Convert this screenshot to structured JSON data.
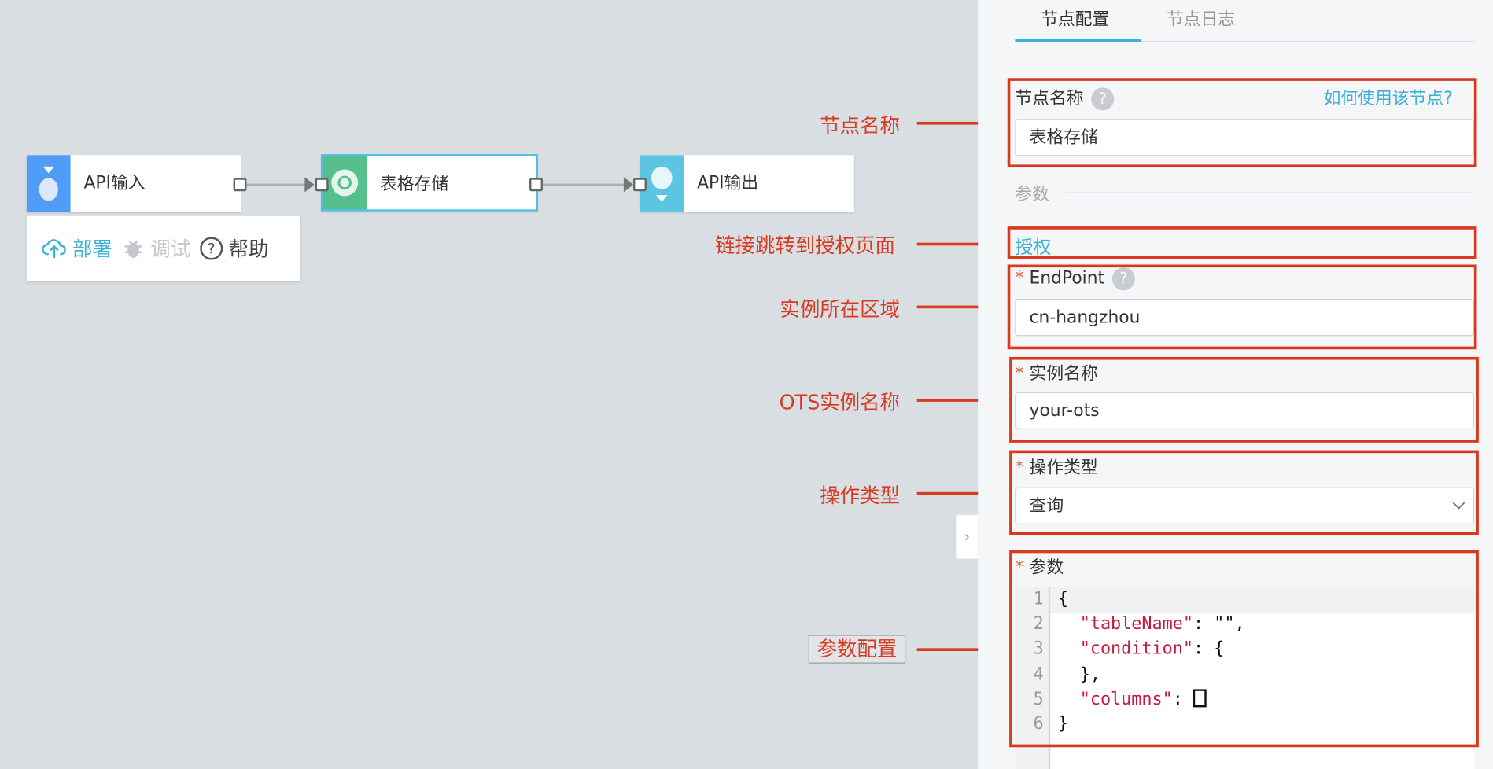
{
  "nodes": [
    {
      "label": "API输入",
      "color": "#4f9cf9"
    },
    {
      "label": "表格存储",
      "color": "#57bf8c"
    },
    {
      "label": "API输出",
      "color": "#5bc5e3"
    }
  ],
  "toolbar": {
    "deploy": "部署",
    "debug": "调试",
    "help": "帮助"
  },
  "annotations": {
    "node_name": "节点名称",
    "auth_link": "链接跳转到授权页面",
    "region": "实例所在区域",
    "ots_name": "OTS实例名称",
    "op_type": "操作类型",
    "param_config": "参数配置"
  },
  "panel": {
    "tabs": [
      {
        "label": "节点配置",
        "active": true
      },
      {
        "label": "节点日志",
        "active": false
      }
    ],
    "node_name_label": "节点名称",
    "help_link": "如何使用该节点?",
    "node_name_value": "表格存储",
    "params_divider": "参数",
    "auth": "授权",
    "endpoint_label": "EndPoint",
    "endpoint_value": "cn-hangzhou",
    "instance_label": "实例名称",
    "instance_value": "your-ots",
    "op_label": "操作类型",
    "op_value": "查询",
    "params_label": "参数",
    "code": {
      "line_numbers": [
        "1",
        "2",
        "3",
        "4",
        "5",
        "6"
      ],
      "l1": "{",
      "l2_key": "\"tableName\"",
      "l2_rest": ": \"\",",
      "l3_key": "\"condition\"",
      "l3_rest": ": {",
      "l4": "},",
      "l5_key": "\"columns\"",
      "l5_rest": ": ",
      "l6": "}"
    }
  },
  "colors": {
    "accent": "#3bb1d6",
    "annotation": "#d9391f"
  }
}
